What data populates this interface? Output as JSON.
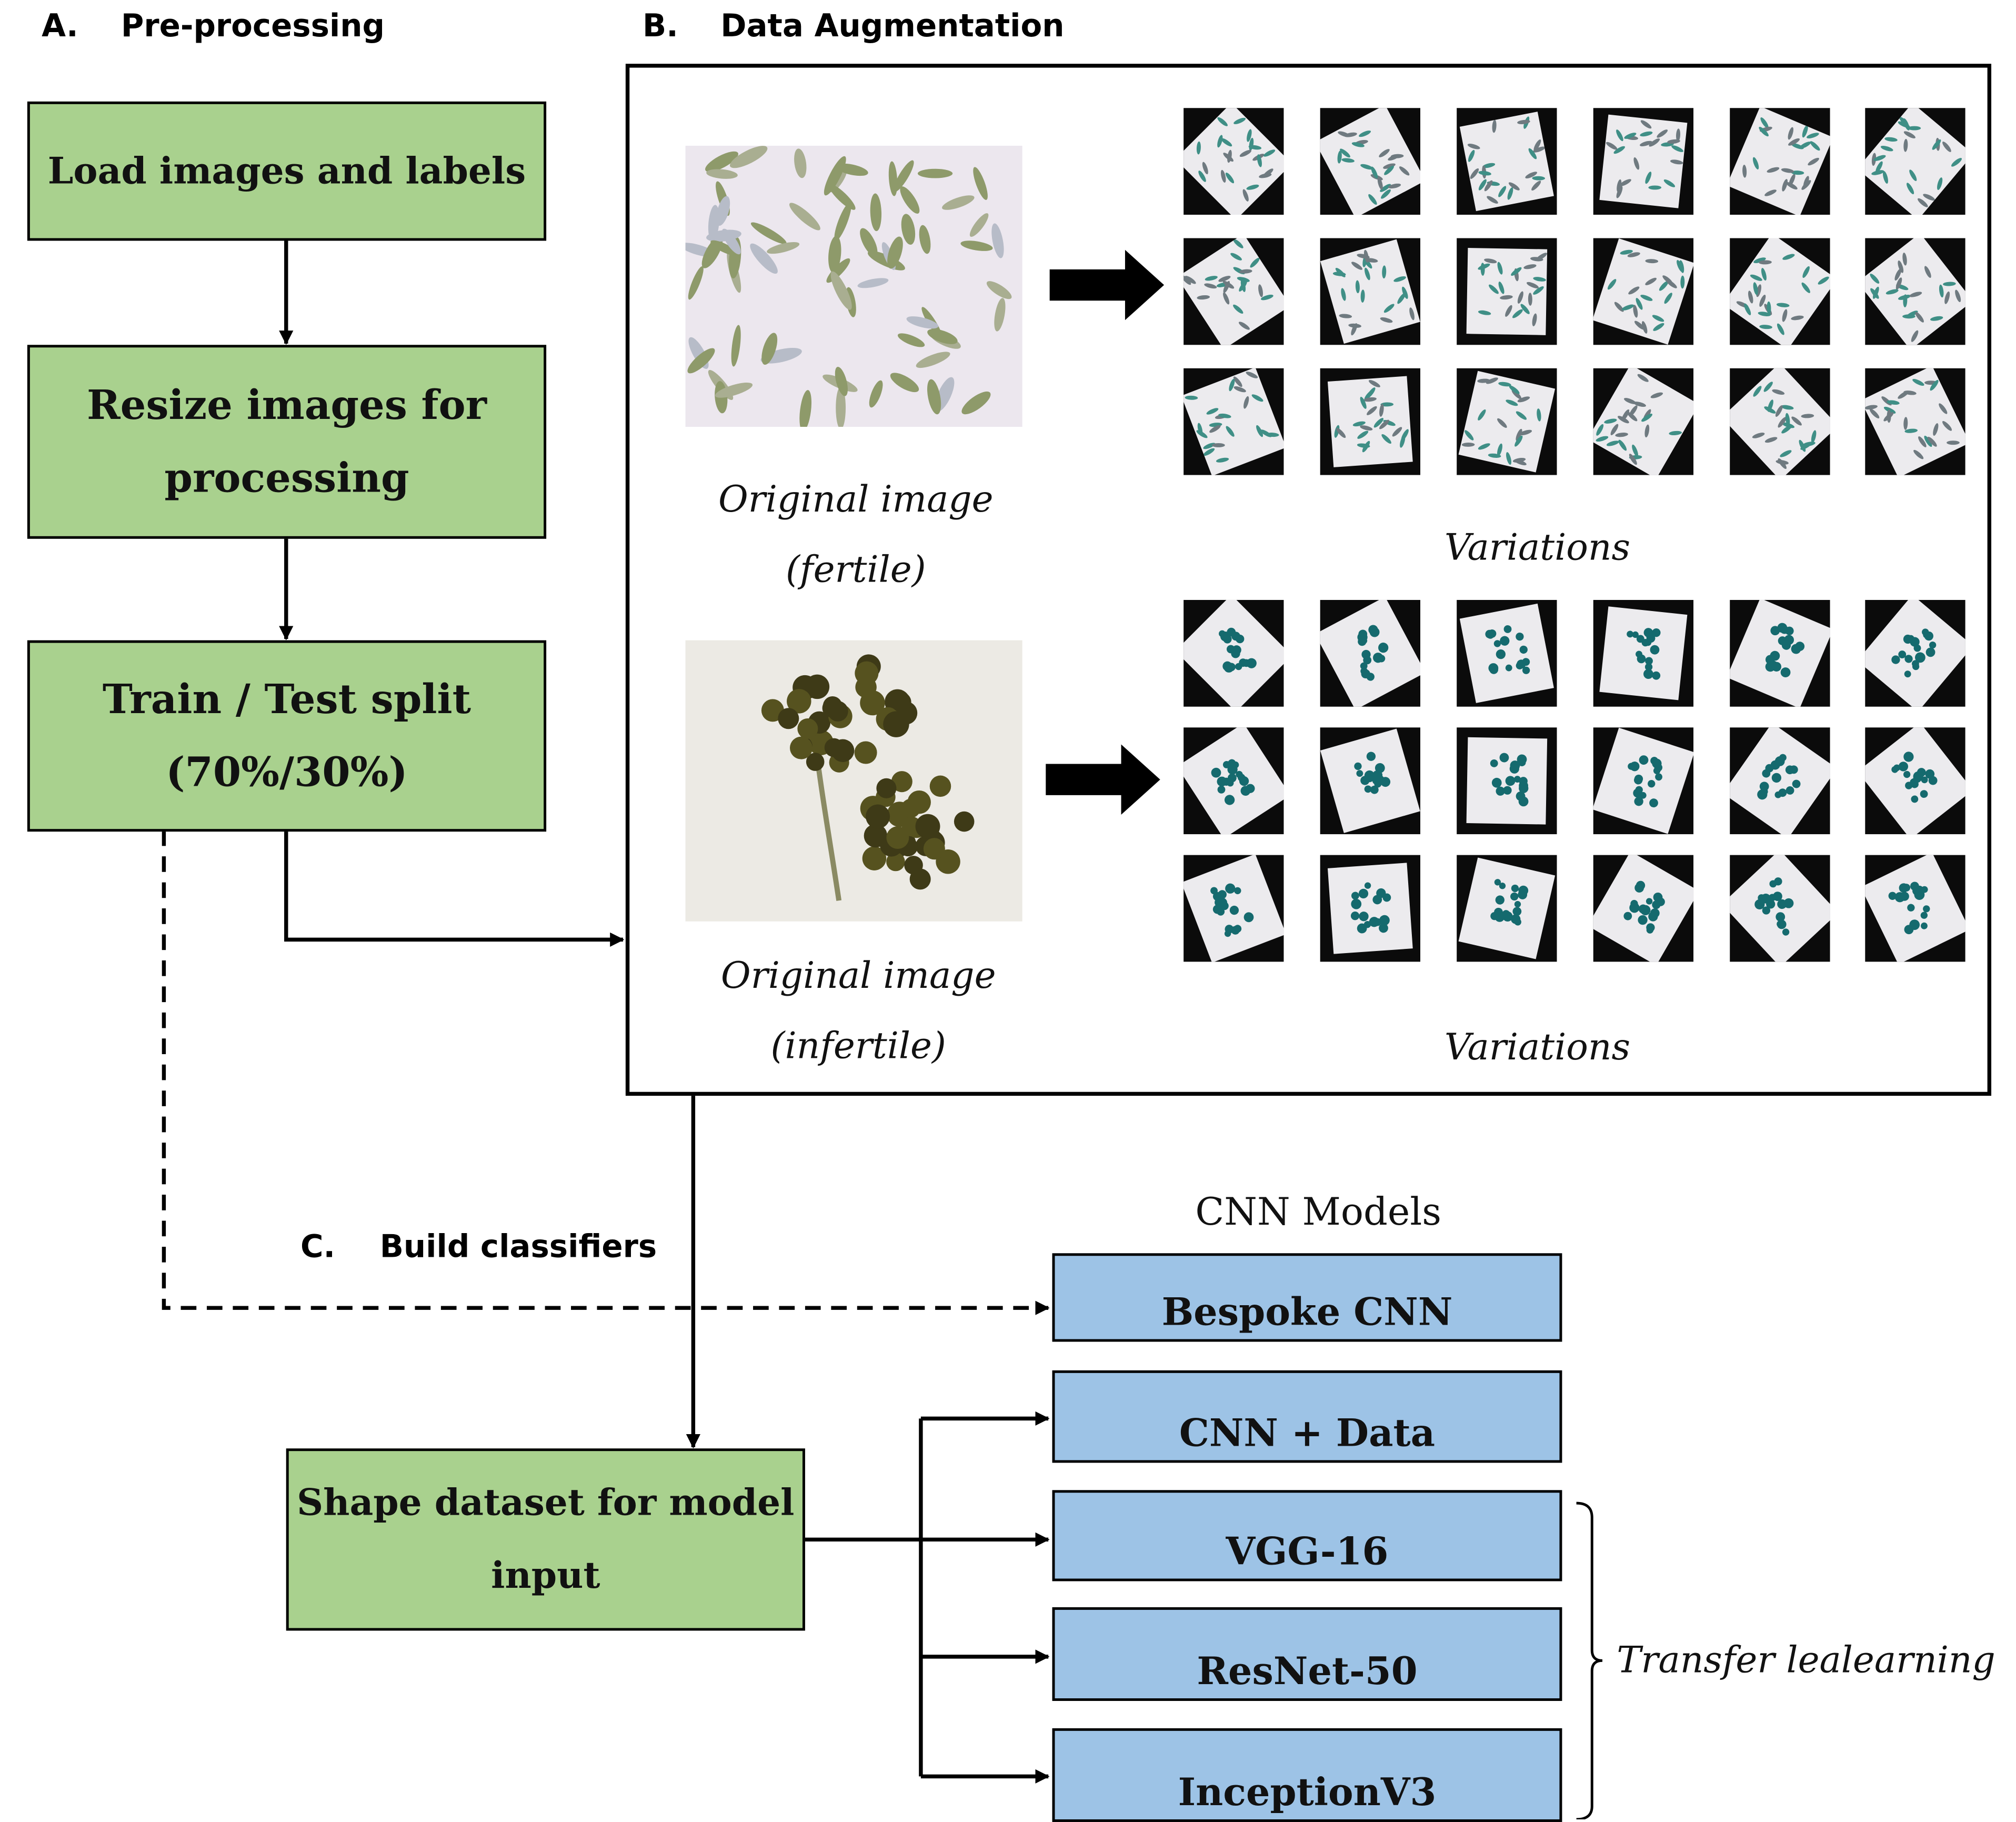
{
  "sections": {
    "preprocessing": {
      "letter": "A.",
      "title": "Pre-processing"
    },
    "augmentation": {
      "letter": "B.",
      "title": "Data Augmentation"
    },
    "classifiers": {
      "letter": "C.",
      "title": "Build classifiers"
    }
  },
  "steps": {
    "load": {
      "line1": "Load images and labels"
    },
    "resize": {
      "line1": "Resize images for",
      "line2": "processing"
    },
    "split": {
      "line1": "Train / Test split",
      "line2": "(70%/30%)"
    },
    "shape": {
      "line1": "Shape dataset for model",
      "line2": "input"
    }
  },
  "augmentation": {
    "fertile": {
      "caption1": "Original image",
      "caption2": "(fertile)",
      "variations_label": "Variations"
    },
    "infertile": {
      "caption1": "Original image",
      "caption2": "(infertile)",
      "variations_label": "Variations"
    }
  },
  "models": {
    "heading": "CNN Models",
    "bespoke": "Bespoke CNN",
    "cnn_data": "CNN + Data",
    "vgg16": "VGG-16",
    "resnet50": "ResNet-50",
    "inception": "InceptionV3",
    "transfer_label": "Transfer lealearning"
  },
  "colors": {
    "process_green": "#a9d18e",
    "model_blue": "#9dc3e6",
    "fertile_tint": "#3f8f86",
    "infertile_tint": "#156a6e"
  }
}
